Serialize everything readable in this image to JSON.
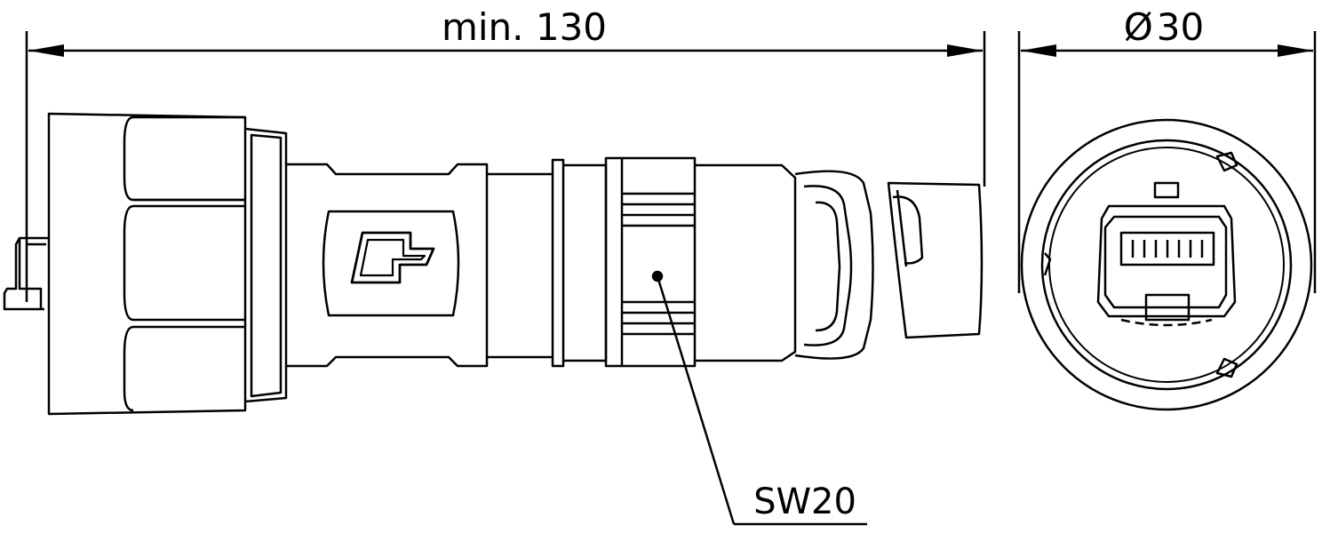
{
  "dimensions": {
    "length_label": "min. 130",
    "diameter_symbol": "Ø",
    "diameter_value": "30"
  },
  "callout": {
    "wrench_size": "SW20"
  },
  "colors": {
    "line": "#000000",
    "background": "#ffffff"
  }
}
